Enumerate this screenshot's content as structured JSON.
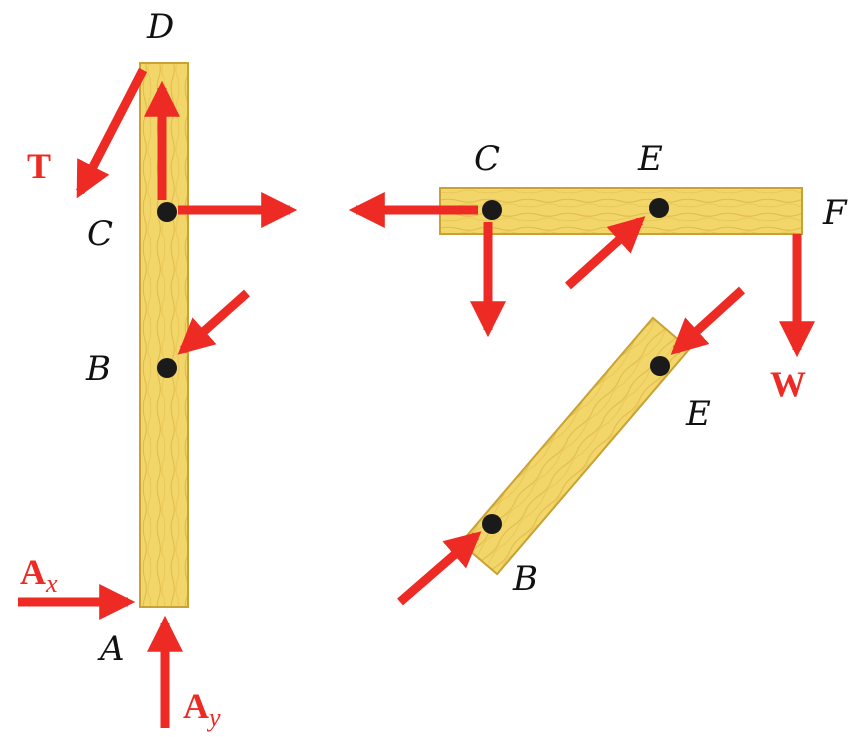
{
  "colors": {
    "arrow": "#ee2a24",
    "wood": "#f3d66a",
    "wood_dark": "#c9a233",
    "pin": "#1a1a1a",
    "text": "#111111"
  },
  "labels": {
    "D": "D",
    "C_left": "C",
    "B_left": "B",
    "A": "A",
    "C_right": "C",
    "E_top": "E",
    "F": "F",
    "E_link": "E",
    "B_link": "B"
  },
  "forces": {
    "T": "T",
    "W": "W",
    "Ax_main": "A",
    "Ax_sub": "x",
    "Ay_main": "A",
    "Ay_sub": "y"
  },
  "icons": {
    "pin": "pin-joint-icon",
    "arrow": "force-arrow-icon"
  }
}
